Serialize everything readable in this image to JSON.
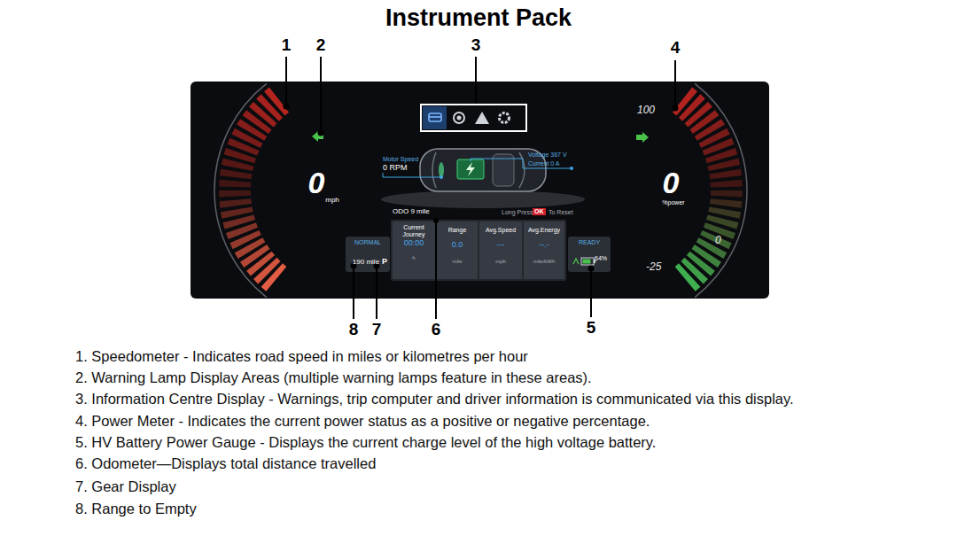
{
  "diagram": {
    "title": "Instrument Pack",
    "nodes": [
      {
        "text": [
          "NORMAL",
          "190 mile",
          "P"
        ]
      },
      {
        "text": [
          "Current Journey",
          "00:00",
          "h"
        ]
      },
      {
        "text": [
          "Range",
          "0.0",
          "mile"
        ]
      },
      {
        "text": [
          "Avg.Speed",
          "---",
          "mph"
        ]
      },
      {
        "text": [
          "Avg.Energy",
          "--.-",
          "mile/kWh"
        ]
      },
      {
        "text": [
          "READY",
          "64%"
        ]
      }
    ],
    "labels": [
      "1",
      "2",
      "3",
      "4",
      "8",
      "7",
      "6",
      "5",
      "0",
      "mph",
      "100",
      "0",
      "%power",
      "0",
      "-25",
      "Motor Speed",
      "0 RPM",
      "Voltage 367 V",
      "Current 0 A",
      "ODO 9 mile",
      "Long Press",
      "OK",
      "To Reset",
      "1. Speedometer - Indicates road speed in miles or kilometres per hour",
      "2. Warning Lamp Display Areas (multiple warning lamps feature in these areas).",
      "3. Information Centre Display - Warnings, trip computer and driver information is communicated via this display.",
      "4. Power Meter - Indicates the current power status as a positive or negative percentage.",
      "5. HV Battery Power Gauge - Displays the current charge level of the high voltage battery.",
      "6. Odometer—Displays total distance travelled",
      "7. Gear Display",
      "8. Range to Empty"
    ]
  }
}
